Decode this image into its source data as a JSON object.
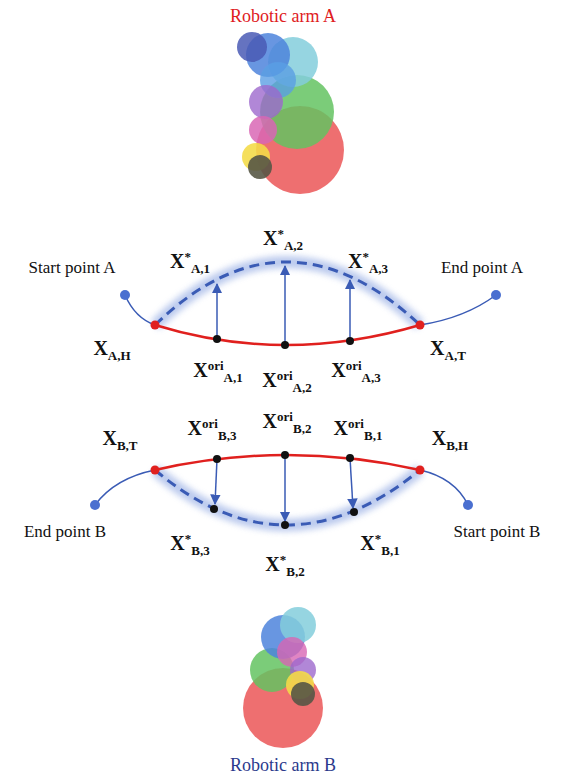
{
  "diagram": {
    "labels": [
      "Robotic arm A",
      "Start point A",
      "X*A,2",
      "X*A,1",
      "X*A,3",
      "End point A",
      "XA,H",
      "XoriA,1",
      "XoriA,2",
      "XoriA,3",
      "XA,T",
      "XB,T",
      "XoriB,3",
      "XoriB,2",
      "XoriB,1",
      "XB,H",
      "End point B",
      "X*B,3",
      "X*B,1",
      "Start point B",
      "X*B,2",
      "Robotic arm B"
    ]
  }
}
